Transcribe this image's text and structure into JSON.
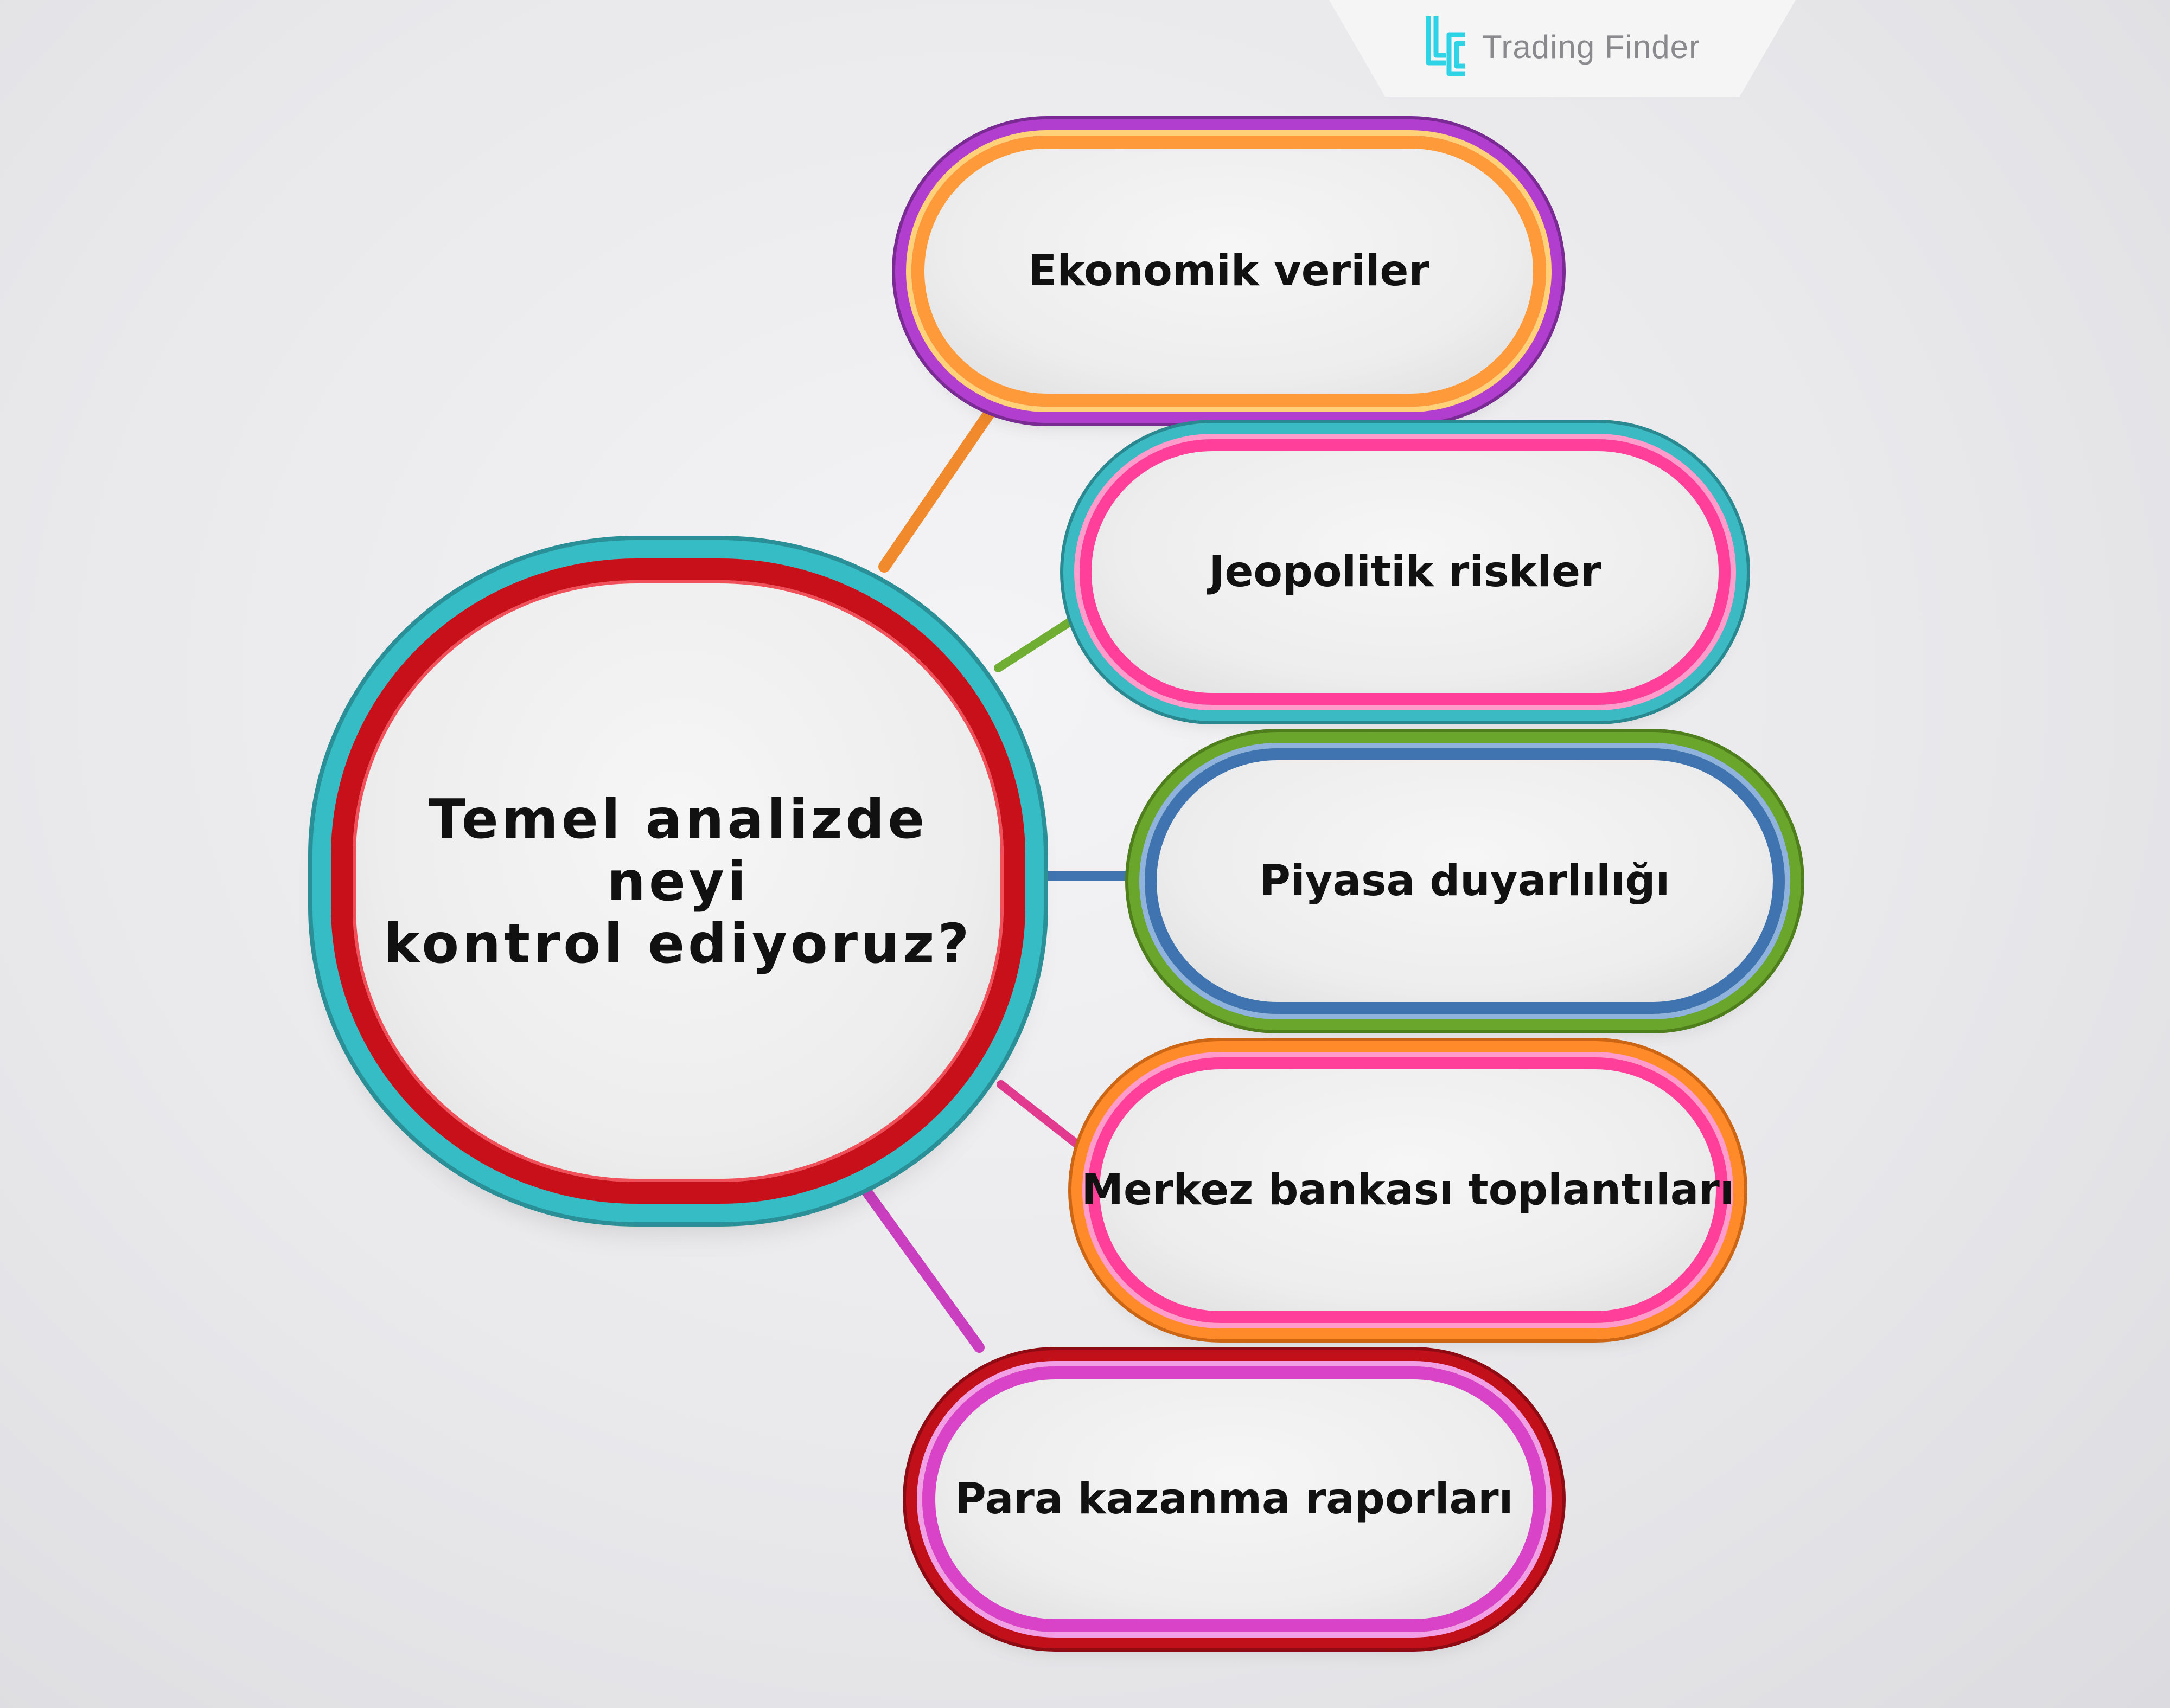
{
  "brand": {
    "name": "Trading Finder",
    "logo_icon": "tf-logo-icon",
    "logo_color": "#2fd3e6"
  },
  "center": {
    "line1": "Temel analizde neyi",
    "line2": "kontrol ediyoruz?"
  },
  "items": [
    {
      "label": "Ekonomik veriler"
    },
    {
      "label": "Jeopolitik riskler"
    },
    {
      "label": "Piyasa duyarlılığı"
    },
    {
      "label": "Merkez bankası toplantıları"
    },
    {
      "label": "Para kazanma raporları"
    }
  ]
}
